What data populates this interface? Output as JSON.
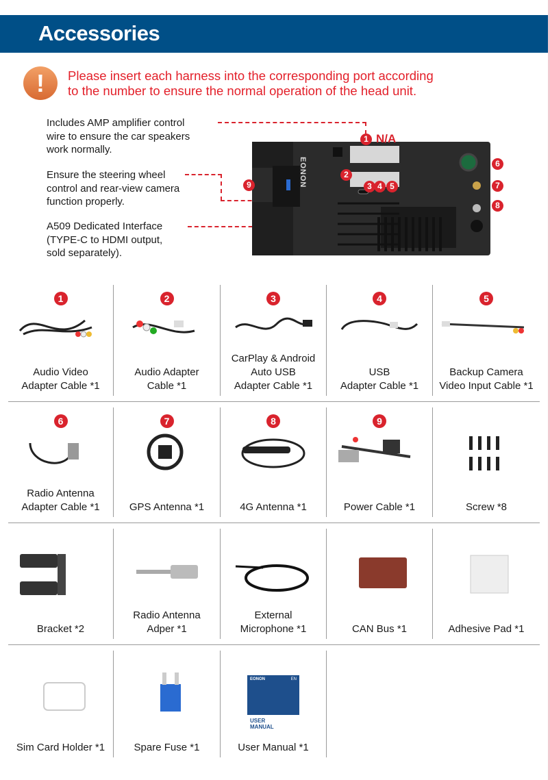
{
  "header": {
    "title": "Accessories"
  },
  "warning": {
    "icon": "exclamation-icon",
    "symbol": "!",
    "text": "Please insert each harness into the corresponding port according\nto the number to ensure the normal operation of the head unit."
  },
  "notes": [
    "Includes AMP amplifier control\nwire to ensure the car speakers\nwork normally.",
    "Ensure the steering wheel\ncontrol and rear-view camera\nfunction properly.",
    "A509 Dedicated Interface\n(TYPE-C to HDMI output,\nsold separately)."
  ],
  "device": {
    "brand": "EONON",
    "na_label": "N/A",
    "port_numbers": [
      "1",
      "2",
      "3",
      "4",
      "5",
      "6",
      "7",
      "8",
      "9"
    ]
  },
  "accent": "#d9232d",
  "items": [
    {
      "num": "1",
      "label": "Audio Video\nAdapter Cable *1"
    },
    {
      "num": "2",
      "label": "Audio Adapter\nCable *1"
    },
    {
      "num": "3",
      "label": "CarPlay & Android\nAuto USB\nAdapter Cable *1"
    },
    {
      "num": "4",
      "label": "USB\nAdapter Cable *1"
    },
    {
      "num": "5",
      "label": "Backup Camera\nVideo Input Cable *1"
    },
    {
      "num": "6",
      "label": "Radio Antenna\nAdapter Cable *1"
    },
    {
      "num": "7",
      "label": "GPS Antenna *1"
    },
    {
      "num": "8",
      "label": "4G Antenna *1"
    },
    {
      "num": "9",
      "label": "Power Cable *1"
    },
    {
      "num": null,
      "label": "Screw *8"
    },
    {
      "num": null,
      "label": "Bracket *2"
    },
    {
      "num": null,
      "label": "Radio Antenna\nAdper *1"
    },
    {
      "num": null,
      "label": "External\nMicrophone *1"
    },
    {
      "num": null,
      "label": "CAN Bus *1"
    },
    {
      "num": null,
      "label": "Adhesive Pad *1"
    },
    {
      "num": null,
      "label": "Sim Card Holder *1"
    },
    {
      "num": null,
      "label": "Spare Fuse *1"
    },
    {
      "num": null,
      "label": "User Manual *1"
    }
  ],
  "manual": {
    "brand": "EONON",
    "lang": "EN",
    "title": "USER\nMANUAL"
  }
}
